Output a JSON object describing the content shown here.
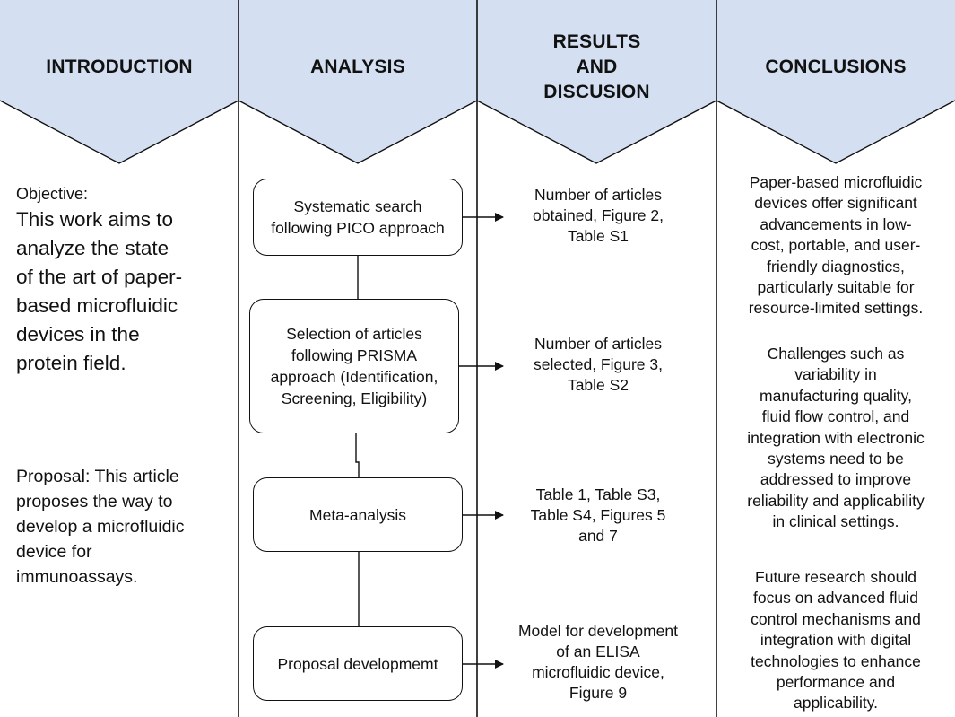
{
  "colors": {
    "header_fill": "#d4e0f2",
    "line": "#111111"
  },
  "columns": [
    {
      "header": "INTRODUCTION"
    },
    {
      "header": "ANALYSIS"
    },
    {
      "header": "RESULTS\nAND\nDISCUSION"
    },
    {
      "header": "CONCLUSIONS"
    }
  ],
  "introduction": {
    "objective_label": "Objective:",
    "objective_text": "This work aims to\nanalyze the state\nof the art of paper-\nbased microfluidic\ndevices in the\nprotein field.",
    "proposal_text": "Proposal: This article\nproposes the way to\ndevelop a microfluidic\ndevice for\nimmunoassays."
  },
  "analysis_steps": [
    "Systematic search\nfollowing PICO approach",
    "Selection of articles\nfollowing PRISMA\napproach (Identification,\nScreening, Eligibility)",
    "Meta-analysis",
    "Proposal developmemt"
  ],
  "results": [
    "Number of articles\nobtained, Figure 2,\nTable S1",
    "Number of articles\nselected, Figure 3,\nTable S2",
    "Table 1, Table S3,\nTable S4, Figures 5\nand 7",
    "Model for development\nof an ELISA\nmicrofluidic device,\nFigure 9"
  ],
  "conclusions": [
    "Paper-based microfluidic\ndevices offer significant\nadvancements in low-\ncost, portable, and user-\nfriendly diagnostics,\nparticularly suitable for\nresource-limited settings.",
    "Challenges such as\nvariability in\nmanufacturing quality,\nfluid flow control, and\nintegration with electronic\nsystems need to be\naddressed to improve\nreliability and applicability\nin clinical settings.",
    "Future research should\nfocus on advanced fluid\ncontrol mechanisms and\nintegration with digital\ntechnologies to enhance\nperformance and\napplicability."
  ]
}
